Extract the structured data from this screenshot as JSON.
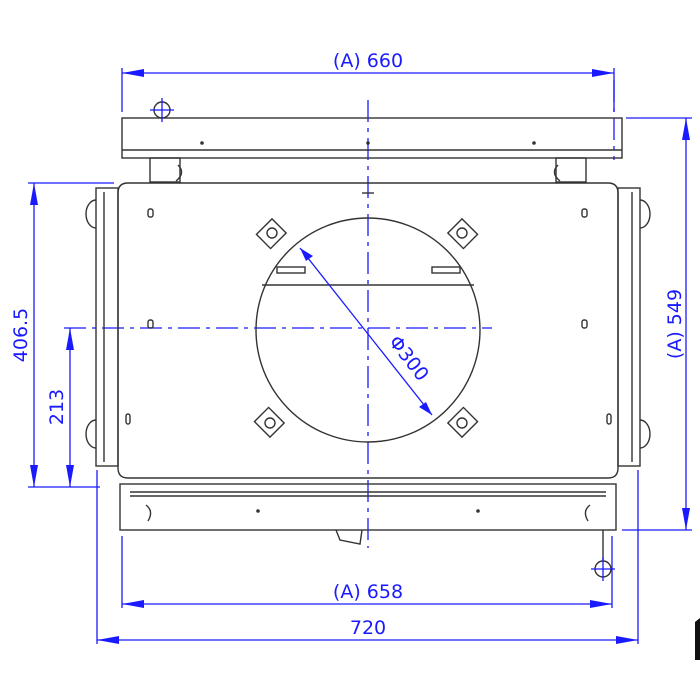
{
  "drawing": {
    "dimensions": {
      "top_width": "(A) 660",
      "bottom_width": "(A) 658",
      "overall_width": "720",
      "left_height": "406.5",
      "left_center_height": "213",
      "right_height": "(A) 549",
      "diameter": "Φ300"
    },
    "colors": {
      "dimension": "#1a1aff",
      "outline": "#333333"
    }
  }
}
